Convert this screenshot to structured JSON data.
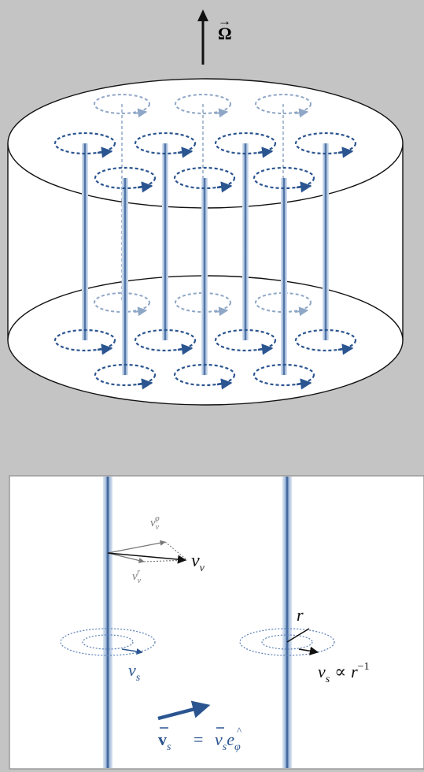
{
  "top_panel": {
    "omega_label": "Ω",
    "omega_arrow_symbol": "→"
  },
  "bottom_panel": {
    "vv_label": {
      "base": "v",
      "sub": "v"
    },
    "vv_phi_label": {
      "base": "v",
      "sub": "v",
      "sup": "φ"
    },
    "vv_r_label": {
      "base": "v",
      "sub": "v",
      "sup": "r"
    },
    "vs_label": {
      "base": "v",
      "sub": "s"
    },
    "r_label": "r",
    "vs_prop_label": {
      "base": "v",
      "sub": "s",
      "relation": "∝",
      "rhs": "r",
      "exp": "−1"
    },
    "mean_flow_label": {
      "lhs_base": "v",
      "lhs_sub": "s",
      "equals": "=",
      "rhs_base": "v",
      "rhs_sub": "s",
      "unit": "e",
      "unit_sub": "φ"
    }
  },
  "colors": {
    "background": "#c4c4c4",
    "panel_white": "#ffffff",
    "vortex_blue": "#2b5590",
    "vortex_light": "#a9bfdc",
    "ghost_blue": "#8fa7c6",
    "outline": "#111111"
  }
}
